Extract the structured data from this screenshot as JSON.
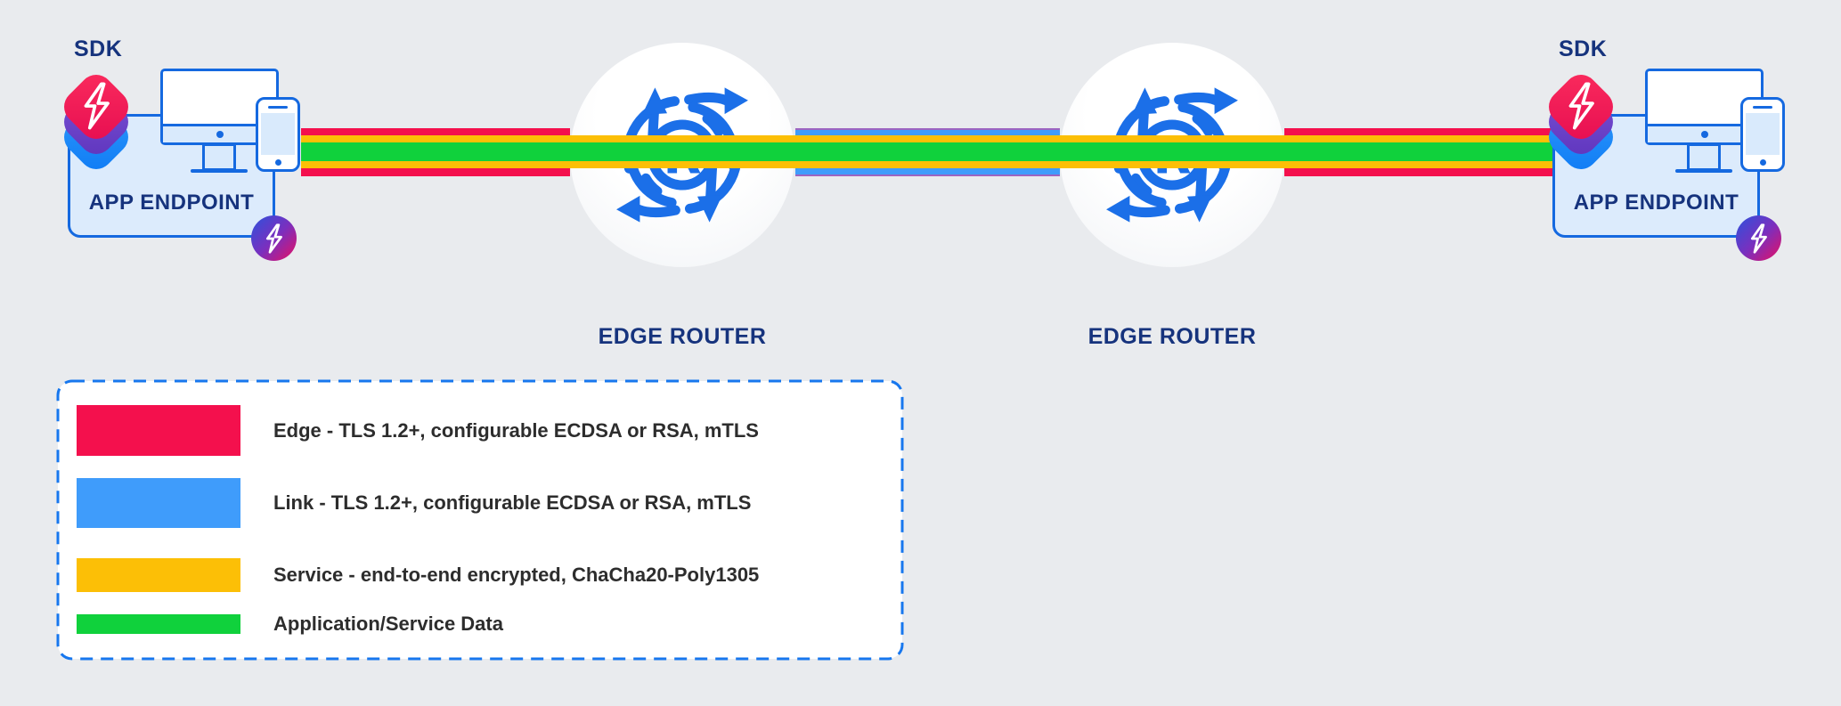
{
  "palette": {
    "background": "#e9ebee",
    "edge_red": "#f4104d",
    "link_blue": "#3f9cfb",
    "service_yellow": "#fcbf06",
    "data_green": "#10d13c",
    "overlap_purple": "#9d64c0",
    "device_blue": "#1569e0",
    "router_blue": "#1b6fe8",
    "label_navy": "#16337d"
  },
  "endpoints": [
    {
      "sdk_label": "SDK",
      "label": "APP ENDPOINT"
    },
    {
      "sdk_label": "SDK",
      "label": "APP ENDPOINT"
    }
  ],
  "routers": [
    {
      "label": "EDGE ROUTER"
    },
    {
      "label": "EDGE ROUTER"
    }
  ],
  "legend": {
    "items": [
      {
        "label": "Edge - TLS 1.2+, configurable ECDSA or RSA, mTLS",
        "color": "#f4104d"
      },
      {
        "label": "Link - TLS 1.2+, configurable ECDSA or RSA, mTLS",
        "color": "#3f9cfb"
      },
      {
        "label": "Service - end-to-end encrypted, ChaCha20-Poly1305",
        "color": "#fcbf06"
      },
      {
        "label": "Application/Service Data",
        "color": "#10d13c"
      }
    ]
  }
}
